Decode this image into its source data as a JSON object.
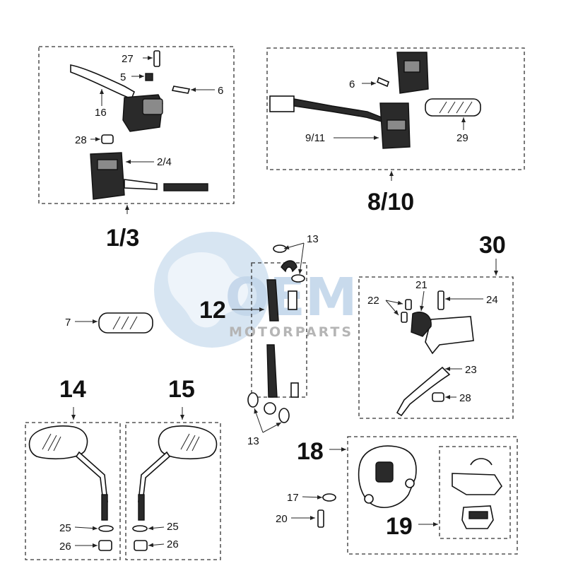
{
  "watermark": {
    "brand": "OEM",
    "sub": "MOTORPARTS",
    "colors": {
      "globe": "#c9dcee",
      "land": "#e3edf6",
      "letters": "#c3d6ea",
      "sub": "#b5b5b5"
    }
  },
  "groups": [
    {
      "id": "g13",
      "label": "1/3"
    },
    {
      "id": "g810",
      "label": "8/10"
    },
    {
      "id": "g12",
      "label": "12"
    },
    {
      "id": "g30",
      "label": "30"
    },
    {
      "id": "g14",
      "label": "14"
    },
    {
      "id": "g15",
      "label": "15"
    },
    {
      "id": "g18",
      "label": "18"
    },
    {
      "id": "g19",
      "label": "19"
    }
  ],
  "refs": {
    "r27": "27",
    "r5": "5",
    "r6a": "6",
    "r16": "16",
    "r28a": "28",
    "r24a": "2/4",
    "r6b": "6",
    "r911": "9/11",
    "r29": "29",
    "r13a": "13",
    "r13b": "13",
    "r7": "7",
    "r22": "22",
    "r21": "21",
    "r24": "24",
    "r23": "23",
    "r28b": "28",
    "r25a": "25",
    "r26a": "26",
    "r25b": "25",
    "r26b": "26",
    "r17": "17",
    "r20": "20"
  }
}
